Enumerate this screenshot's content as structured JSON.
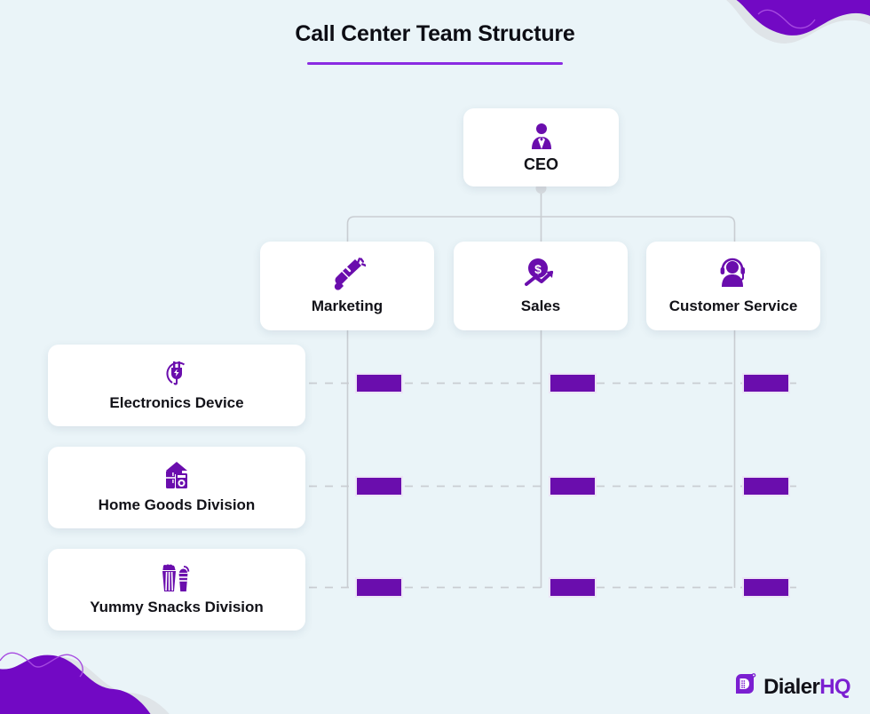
{
  "header": {
    "title": "Call Center Team Structure"
  },
  "colors": {
    "background": "#eaf4f8",
    "accent_purple": "#6a0dad",
    "title_rule": "#8a2be2",
    "blob_purple": "#7209c4",
    "blob_shadow": "#dfe4e8",
    "card_white": "#ffffff",
    "text_dark": "#121218",
    "connector_gray": "#c9cdd2"
  },
  "chart_data": {
    "type": "diagram",
    "title": "Call Center Team Structure",
    "root": {
      "label": "CEO",
      "icon": "executive-person-icon"
    },
    "departments": [
      {
        "label": "Marketing",
        "icon": "megaphone-icon"
      },
      {
        "label": "Sales",
        "icon": "dollar-coin-growth-arrow-icon"
      },
      {
        "label": "Customer Service",
        "icon": "headset-agent-icon"
      }
    ],
    "divisions": [
      {
        "label": "Electronics Device",
        "icon": "power-plug-icon"
      },
      {
        "label": "Home Goods Division",
        "icon": "house-appliances-icon"
      },
      {
        "label": "Yummy Snacks Division",
        "icon": "popcorn-drink-icon"
      }
    ],
    "matrix_nodes": [
      {
        "division": "Electronics Device",
        "department": "Marketing"
      },
      {
        "division": "Electronics Device",
        "department": "Sales"
      },
      {
        "division": "Electronics Device",
        "department": "Customer Service"
      },
      {
        "division": "Home Goods Division",
        "department": "Marketing"
      },
      {
        "division": "Home Goods Division",
        "department": "Sales"
      },
      {
        "division": "Home Goods Division",
        "department": "Customer Service"
      },
      {
        "division": "Yummy Snacks Division",
        "department": "Marketing"
      },
      {
        "division": "Yummy Snacks Division",
        "department": "Sales"
      },
      {
        "division": "Yummy Snacks Division",
        "department": "Customer Service"
      }
    ],
    "layout": "org-chart with cross-functional matrix grid",
    "connector_style": "solid vertical department lines, dashed horizontal division lines"
  },
  "logo": {
    "text_primary": "Dialer",
    "text_accent": "HQ",
    "icon": "dialerhq-logo-icon"
  }
}
